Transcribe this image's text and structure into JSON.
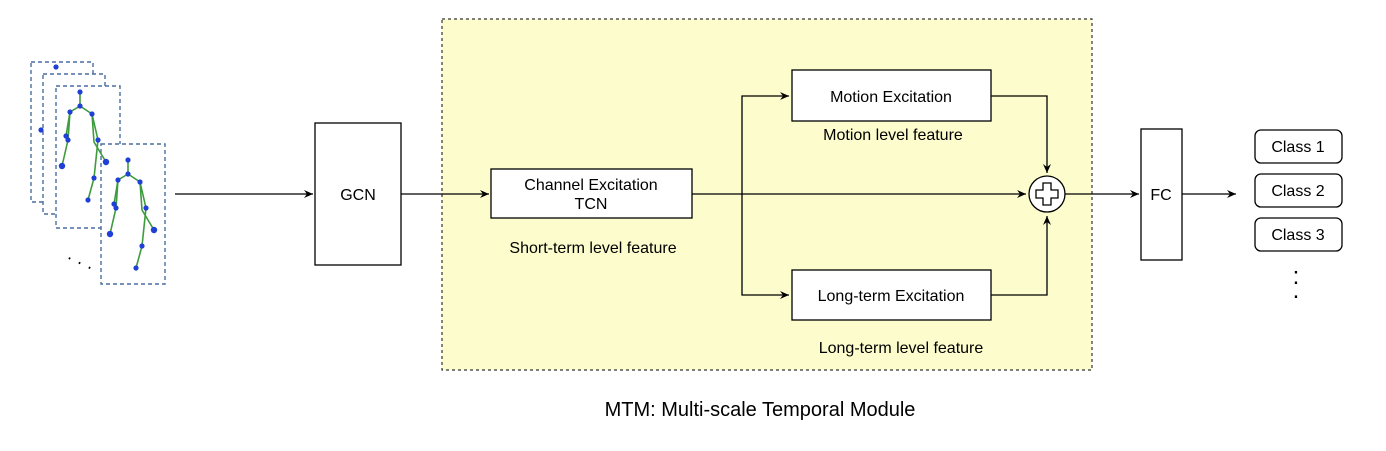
{
  "caption": "MTM: Multi-scale Temporal Module",
  "input": {
    "ellipsis": "· · ·"
  },
  "gcn": {
    "label": "GCN"
  },
  "channel_excitation": {
    "line1": "Channel Excitation",
    "line2": "TCN",
    "feature": "Short-term level feature"
  },
  "motion_excitation": {
    "label": "Motion Excitation",
    "feature": "Motion level feature"
  },
  "longterm_excitation": {
    "label": "Long-term Excitation",
    "feature": "Long-term level feature"
  },
  "fc": {
    "label": "FC"
  },
  "classes": [
    "Class 1",
    "Class 2",
    "Class 3"
  ],
  "classes_ellipsis": ":",
  "colors": {
    "module_fill": "#fcfccd",
    "frame_border": "#4a6fa0",
    "skeleton_line": "#3e9b3e",
    "skeleton_joint": "#1f3fd6"
  }
}
